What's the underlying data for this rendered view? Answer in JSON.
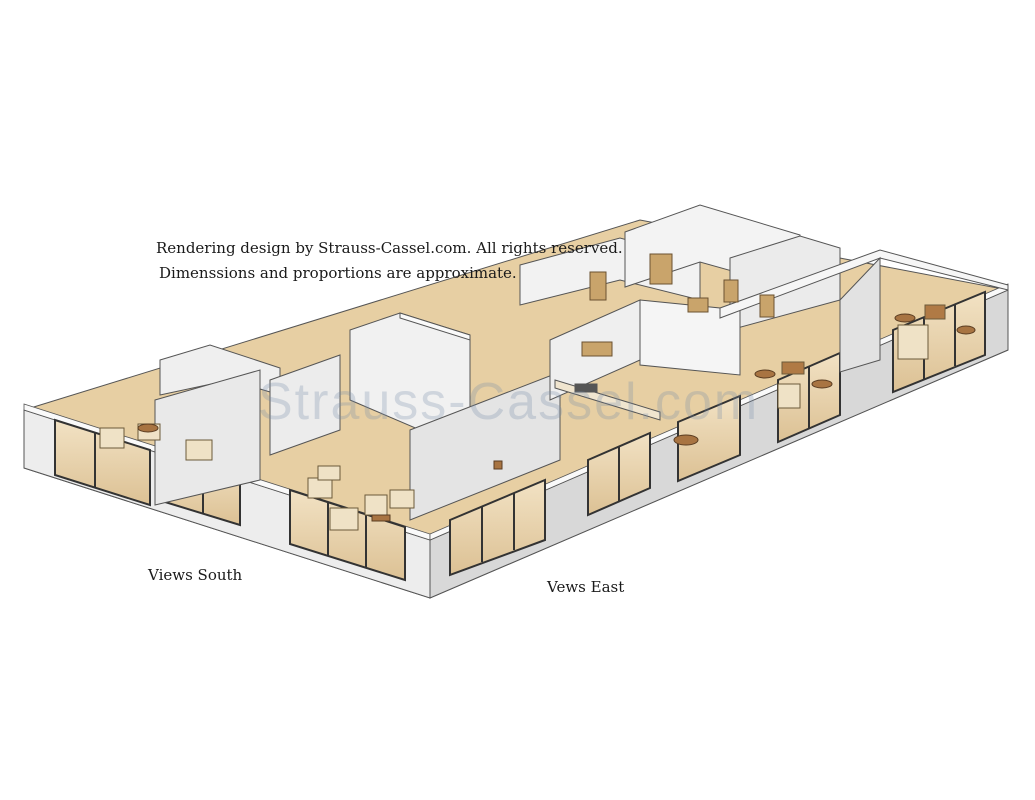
{
  "header": {
    "line1": "Rendering design by Strauss-Cassel.com. All rights reserved.",
    "line2": "Dimenssions and proportions are approximate."
  },
  "watermark": "Strauss-Cassel.com",
  "labels": {
    "south": "Views South",
    "east": "Vews East"
  },
  "colors": {
    "floor": "#e6cfa6",
    "wall_top": "#f4f4f4",
    "wall_side": "#d9d9d9",
    "wall_shade": "#c4c4c4",
    "outline": "#555555",
    "window_frame": "#3a3a3a"
  }
}
